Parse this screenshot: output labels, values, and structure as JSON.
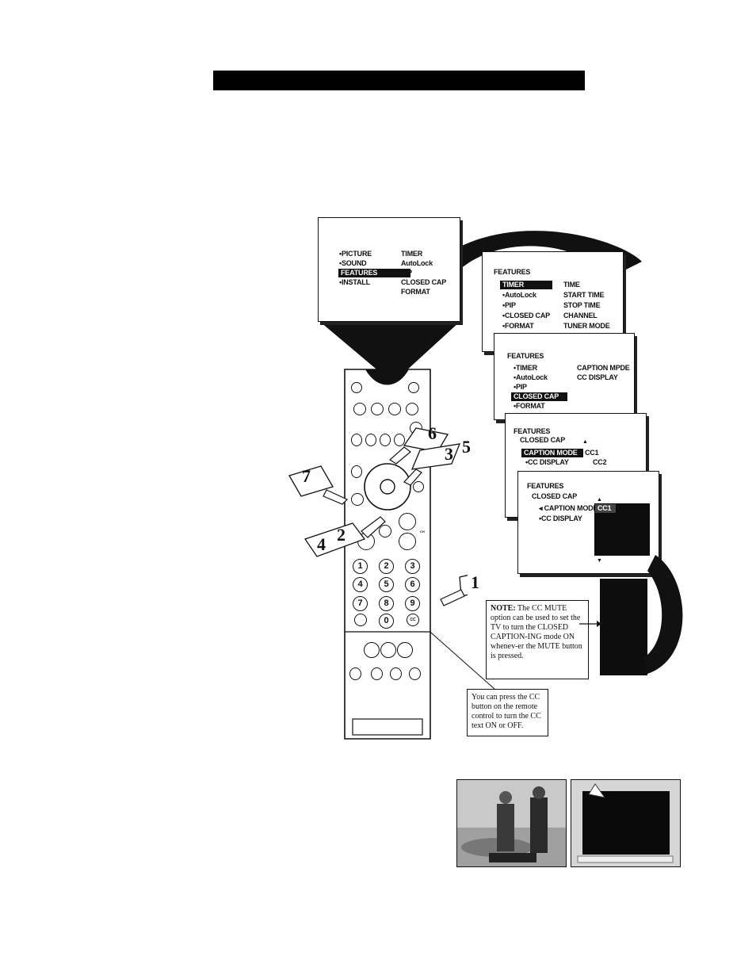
{
  "menu_main": {
    "left": [
      "PICTURE",
      "SOUND",
      "FEATURES",
      "INSTALL"
    ],
    "right": [
      "TIMER",
      "AutoLock",
      "PIP",
      "CLOSED CAP",
      "FORMAT"
    ]
  },
  "menu_features": {
    "title": "FEATURES",
    "left": [
      "TIMER",
      "AutoLock",
      "PIP",
      "CLOSED CAP",
      "FORMAT"
    ],
    "right": [
      "TIME",
      "START TIME",
      "STOP TIME",
      "CHANNEL",
      "TUNER MODE"
    ]
  },
  "menu_features_cc": {
    "title": "FEATURES",
    "left": [
      "TIMER",
      "AutoLock",
      "PIP",
      "CLOSED CAP",
      "FORMAT"
    ],
    "right": [
      "CAPTION MPDE",
      "CC DISPLAY"
    ]
  },
  "menu_closed_cap": {
    "title": "FEATURES",
    "subtitle": "CLOSED CAP",
    "left": [
      "CAPTION MODE",
      "CC DISPLAY"
    ],
    "right": [
      "CC1",
      "CC2"
    ]
  },
  "menu_caption_mode": {
    "title": "FEATURES",
    "subtitle": "CLOSED CAP",
    "left": [
      "CAPTION MODE",
      "CC DISPLAY"
    ],
    "selected": "CC1"
  },
  "step_numbers": [
    "1",
    "2",
    "3",
    "4",
    "5",
    "6",
    "7"
  ],
  "remote_numbers": [
    "1",
    "2",
    "3",
    "4",
    "5",
    "6",
    "7",
    "8",
    "9",
    "0"
  ],
  "remote_labels": {
    "ch": "CH",
    "cc": "CC"
  },
  "note_box": {
    "label": "NOTE:",
    "text": "The CC MUTE option can be used to set the TV to turn the CLOSED CAPTION-ING mode ON whenev-er the MUTE button is pressed."
  },
  "cc_tip": "You can press the CC button on the remote control to turn the CC text ON or OFF."
}
